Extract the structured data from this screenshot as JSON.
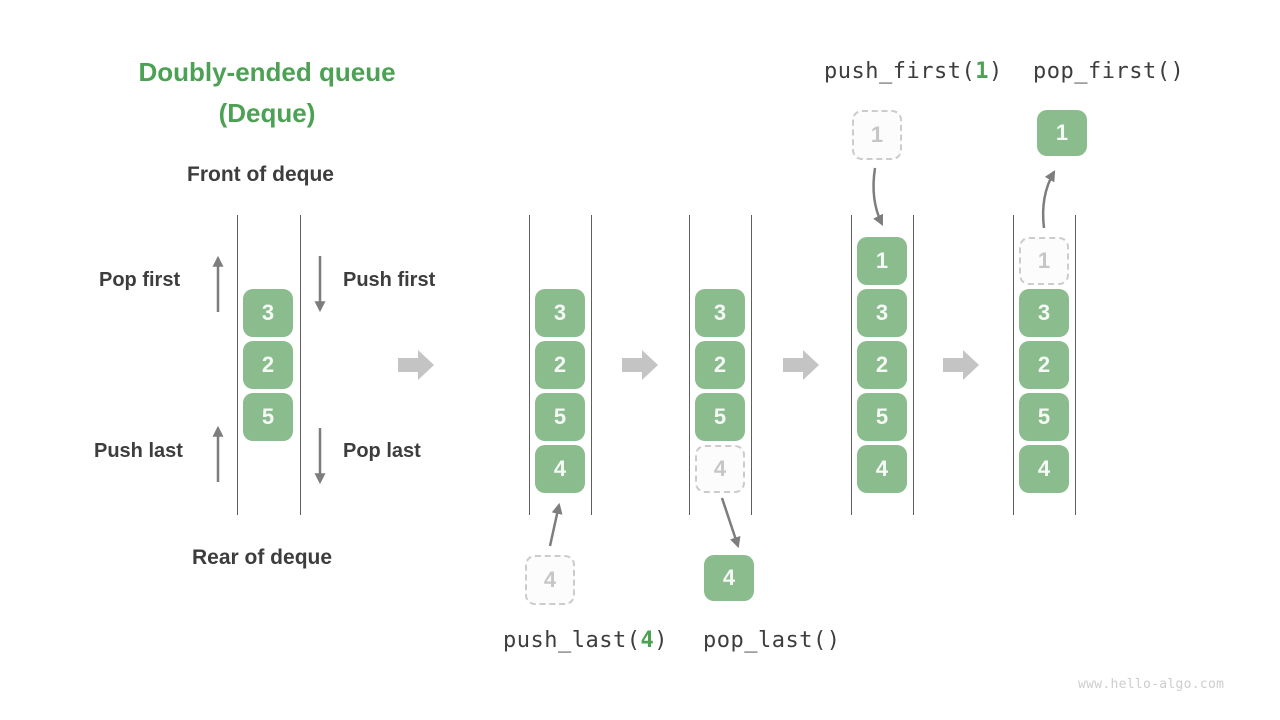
{
  "page": {
    "title_line1": "Doubly-ended queue",
    "title_line2": "(Deque)",
    "front_label": "Front of deque",
    "rear_label": "Rear of deque",
    "watermark": "www.hello-algo.com"
  },
  "side_labels": {
    "pop_first": "Pop first",
    "push_first": "Push first",
    "push_last": "Push last",
    "pop_last": "Pop last"
  },
  "operations": {
    "push_last": {
      "prefix": "push_last(",
      "arg": "4",
      "suffix": ")"
    },
    "pop_last": {
      "prefix": "pop_last(",
      "arg": "",
      "suffix": ")"
    },
    "push_first": {
      "prefix": "push_first(",
      "arg": "1",
      "suffix": ")"
    },
    "pop_first": {
      "prefix": "pop_first(",
      "arg": "",
      "suffix": ")"
    }
  },
  "stages": [
    {
      "name": "initial-deque",
      "boxes": [
        {
          "value": "3",
          "style": "solid"
        },
        {
          "value": "2",
          "style": "solid"
        },
        {
          "value": "5",
          "style": "solid"
        }
      ]
    },
    {
      "name": "after-push-last",
      "boxes": [
        {
          "value": "3",
          "style": "solid"
        },
        {
          "value": "2",
          "style": "solid"
        },
        {
          "value": "5",
          "style": "solid"
        },
        {
          "value": "4",
          "style": "solid"
        }
      ]
    },
    {
      "name": "after-pop-last",
      "boxes": [
        {
          "value": "3",
          "style": "solid"
        },
        {
          "value": "2",
          "style": "solid"
        },
        {
          "value": "5",
          "style": "solid"
        },
        {
          "value": "4",
          "style": "dashed"
        }
      ]
    },
    {
      "name": "after-push-first",
      "boxes": [
        {
          "value": "1",
          "style": "solid"
        },
        {
          "value": "3",
          "style": "solid"
        },
        {
          "value": "2",
          "style": "solid"
        },
        {
          "value": "5",
          "style": "solid"
        },
        {
          "value": "4",
          "style": "solid"
        }
      ]
    },
    {
      "name": "after-pop-first",
      "boxes": [
        {
          "value": "1",
          "style": "dashed"
        },
        {
          "value": "3",
          "style": "solid"
        },
        {
          "value": "2",
          "style": "solid"
        },
        {
          "value": "5",
          "style": "solid"
        },
        {
          "value": "4",
          "style": "solid"
        }
      ]
    }
  ],
  "floating_boxes": {
    "push_last_in": "4",
    "pop_last_out": "4",
    "push_first_in": "1",
    "pop_first_out": "1"
  },
  "colors": {
    "accent_green": "#4ca154",
    "box_green": "#8bbc8d",
    "box_text": "#f6faf6",
    "ghost_border": "#cccccc",
    "ghost_text": "#c6c6c6",
    "ghost_bg": "#fcfcfc",
    "dark_text": "#3d3d3d",
    "rail": "#5e5e5e",
    "thin_arrow": "#7d7d7d",
    "block_arrow": "#c4c4c4",
    "watermark": "#cdcdcd"
  }
}
